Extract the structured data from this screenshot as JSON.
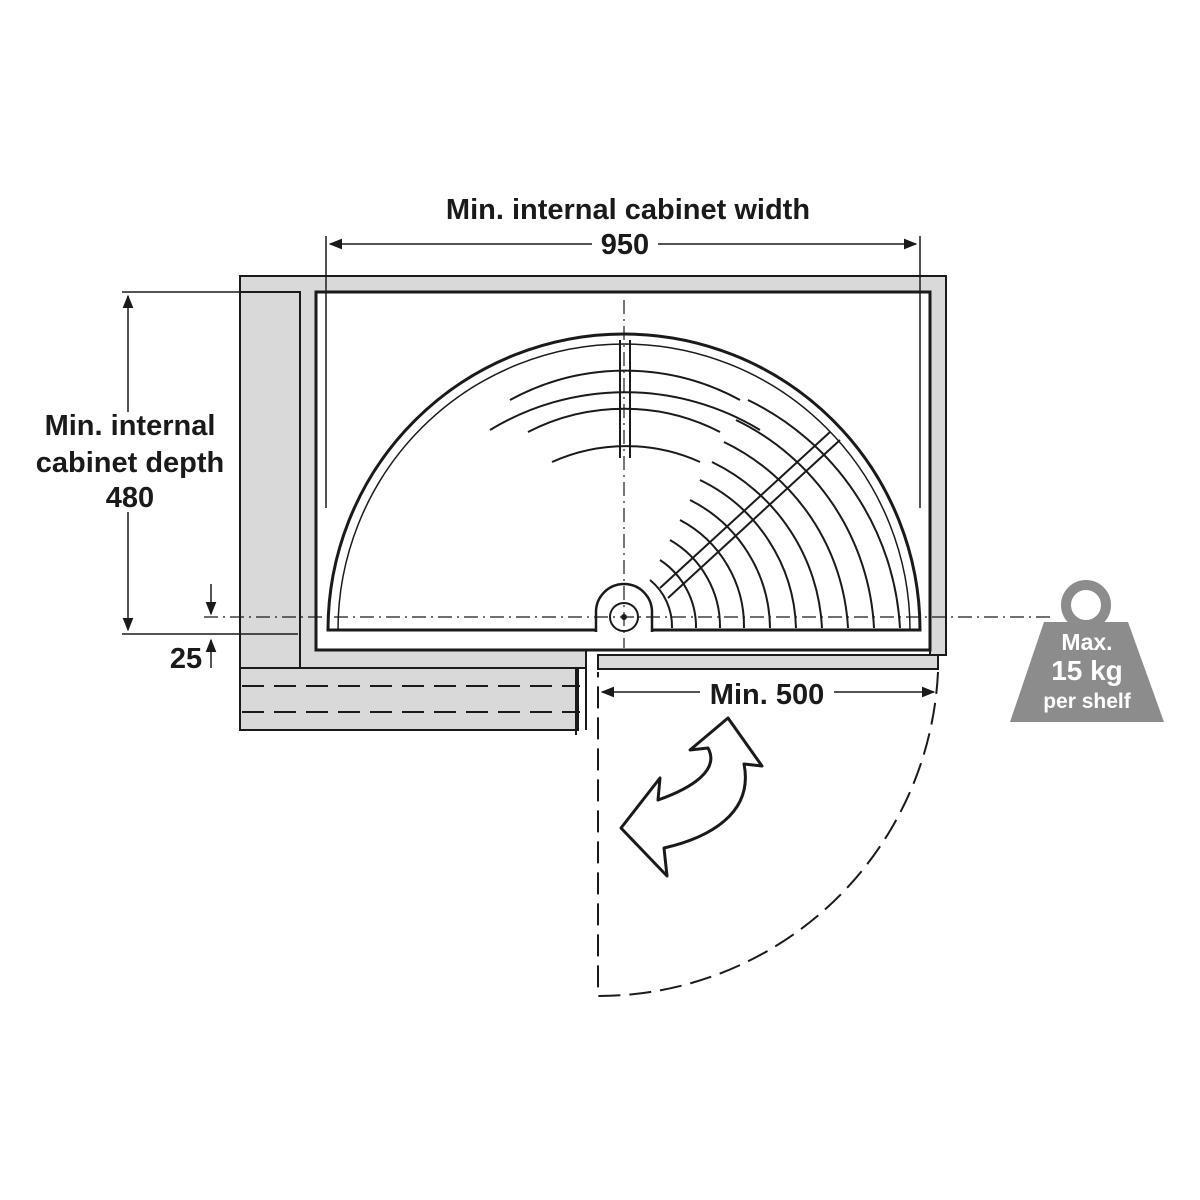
{
  "labels": {
    "width_title": "Min. internal cabinet width",
    "width_value": "950",
    "depth_line1": "Min. internal",
    "depth_line2": "cabinet depth",
    "depth_value": "480",
    "offset_value": "25",
    "opening_label": "Min. 500"
  },
  "weight": {
    "line1": "Max.",
    "line2": "15 kg",
    "line3": "per shelf"
  },
  "colors": {
    "line": "#1a1a1a",
    "panel_fill": "#d9d9d9",
    "shelf_fill": "#ffffff",
    "weight_fill": "#8c8c8c"
  }
}
